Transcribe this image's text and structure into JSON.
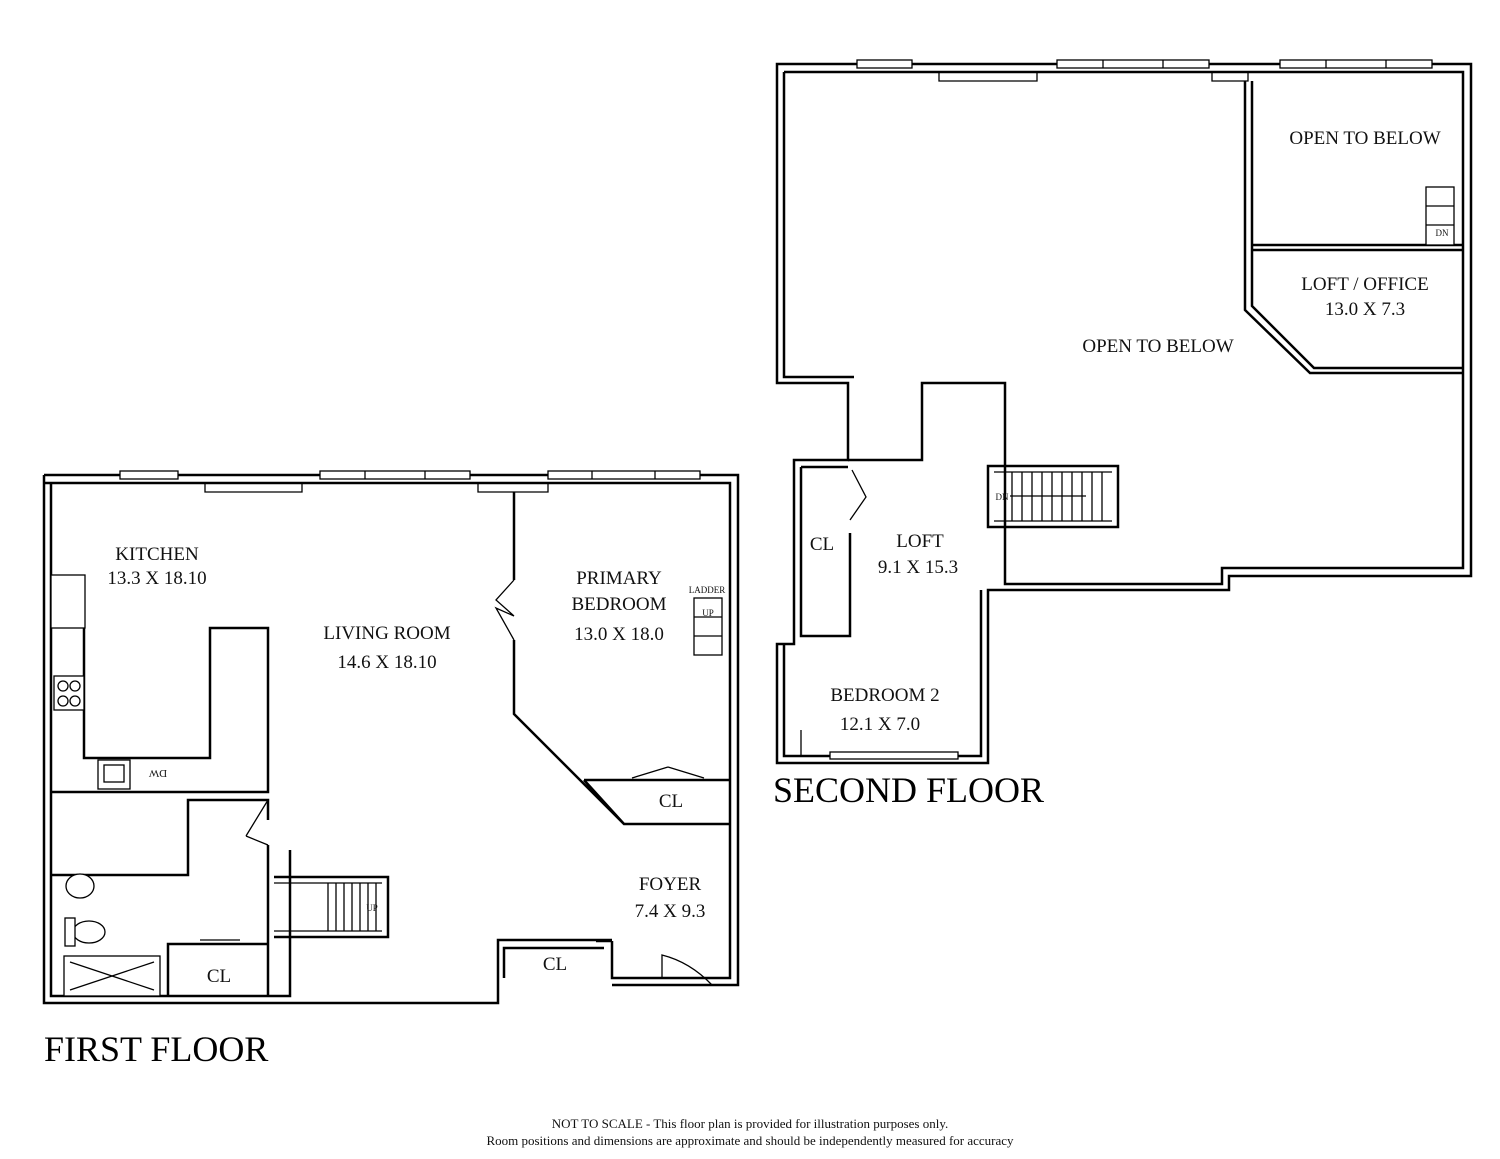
{
  "first_floor": {
    "title": "FIRST FLOOR",
    "rooms": {
      "kitchen": {
        "name": "KITCHEN",
        "dims": "13.3 X 18.10"
      },
      "living": {
        "name": "LIVING ROOM",
        "dims": "14.6 X 18.10"
      },
      "primary": {
        "name1": "PRIMARY",
        "name2": "BEDROOM",
        "dims": "13.0 X 18.0"
      },
      "foyer": {
        "name": "FOYER",
        "dims": "7.4 X 9.3"
      },
      "closet_bedroom": "CL",
      "closet_bath": "CL",
      "closet_foyer": "CL"
    },
    "labels": {
      "ladder": "LADDER",
      "ladder_up": "UP",
      "stair_up": "UP",
      "dishwasher": "DW"
    }
  },
  "second_floor": {
    "title": "SECOND FLOOR",
    "rooms": {
      "open_top": "OPEN TO BELOW",
      "open_main": "OPEN TO BELOW",
      "loft_office": {
        "name": "LOFT / OFFICE",
        "dims": "13.0 X 7.3"
      },
      "loft": {
        "name": "LOFT",
        "dims": "9.1 X 15.3"
      },
      "closet": "CL",
      "bedroom2": {
        "name": "BEDROOM 2",
        "dims": "12.1 X 7.0"
      }
    },
    "labels": {
      "stair_dn": "DN",
      "ladder_dn": "DN"
    }
  },
  "disclaimer": {
    "line1": "NOT TO SCALE - This floor plan is provided for illustration purposes only.",
    "line2": "Room positions and dimensions are approximate and should be independently measured for accuracy"
  }
}
